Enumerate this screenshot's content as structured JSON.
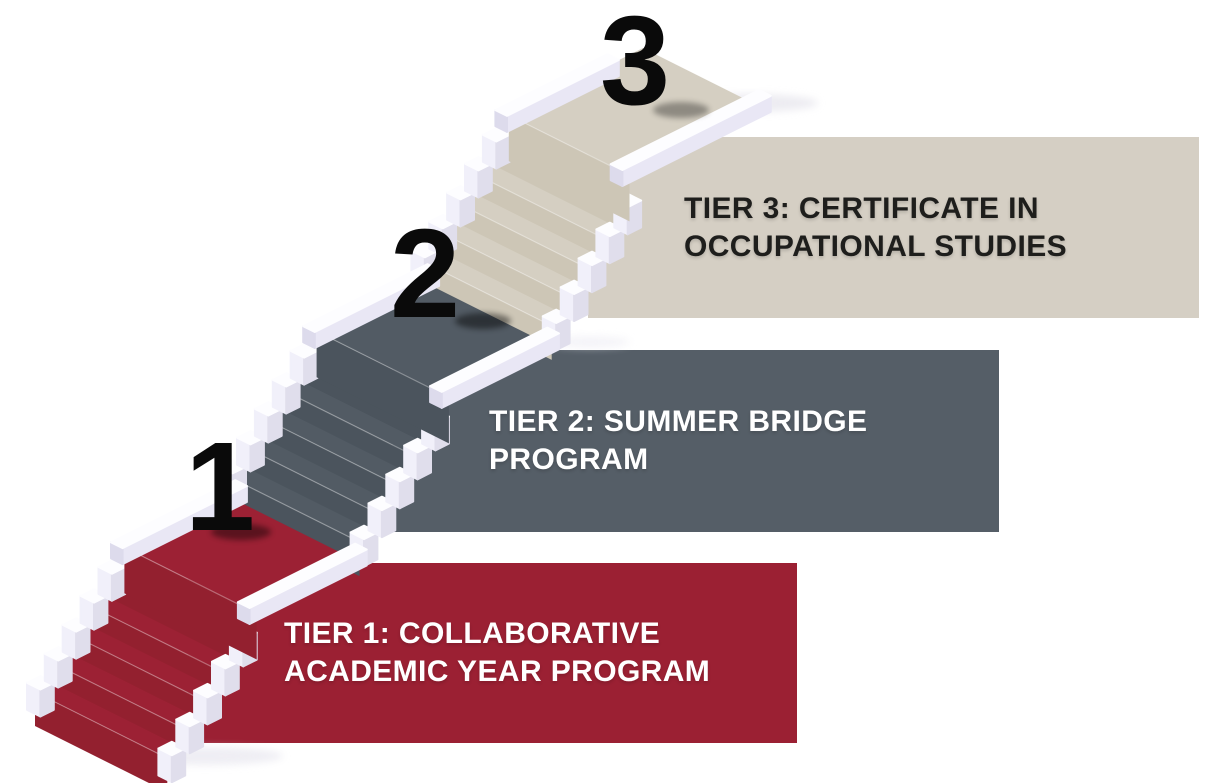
{
  "figure_title": "Three-tier program staircase infographic",
  "tiers": [
    {
      "number": "1",
      "label_lines": [
        "TIER 1: COLLABORATIVE",
        "ACADEMIC YEAR PROGRAM"
      ],
      "panel_color": "#9b2033",
      "stair_top_color": "#9c2134",
      "stair_front_color": "#93202f",
      "text_color": "#ffffff"
    },
    {
      "number": "2",
      "label_lines": [
        "TIER 2: SUMMER BRIDGE",
        "PROGRAM"
      ],
      "panel_color": "#555e67",
      "stair_top_color": "#525b64",
      "stair_front_color": "#4b545d",
      "text_color": "#ffffff"
    },
    {
      "number": "3",
      "label_lines": [
        "TIER 3: CERTIFICATE IN",
        "OCCUPATIONAL STUDIES"
      ],
      "panel_color": "#d5cfc4",
      "stair_top_color": "#d5cfc2",
      "stair_front_color": "#cdc6b6",
      "text_color": "#1e1e1c"
    }
  ],
  "stair_white": {
    "top": "#fdfdff",
    "light_face": "#f1f0fa",
    "dark_face": "#e0deec",
    "rail_face": "#e9e7f5",
    "rail_end": "#dddbec"
  },
  "number_color": "#0a0a0a",
  "background_color": "#ffffff"
}
